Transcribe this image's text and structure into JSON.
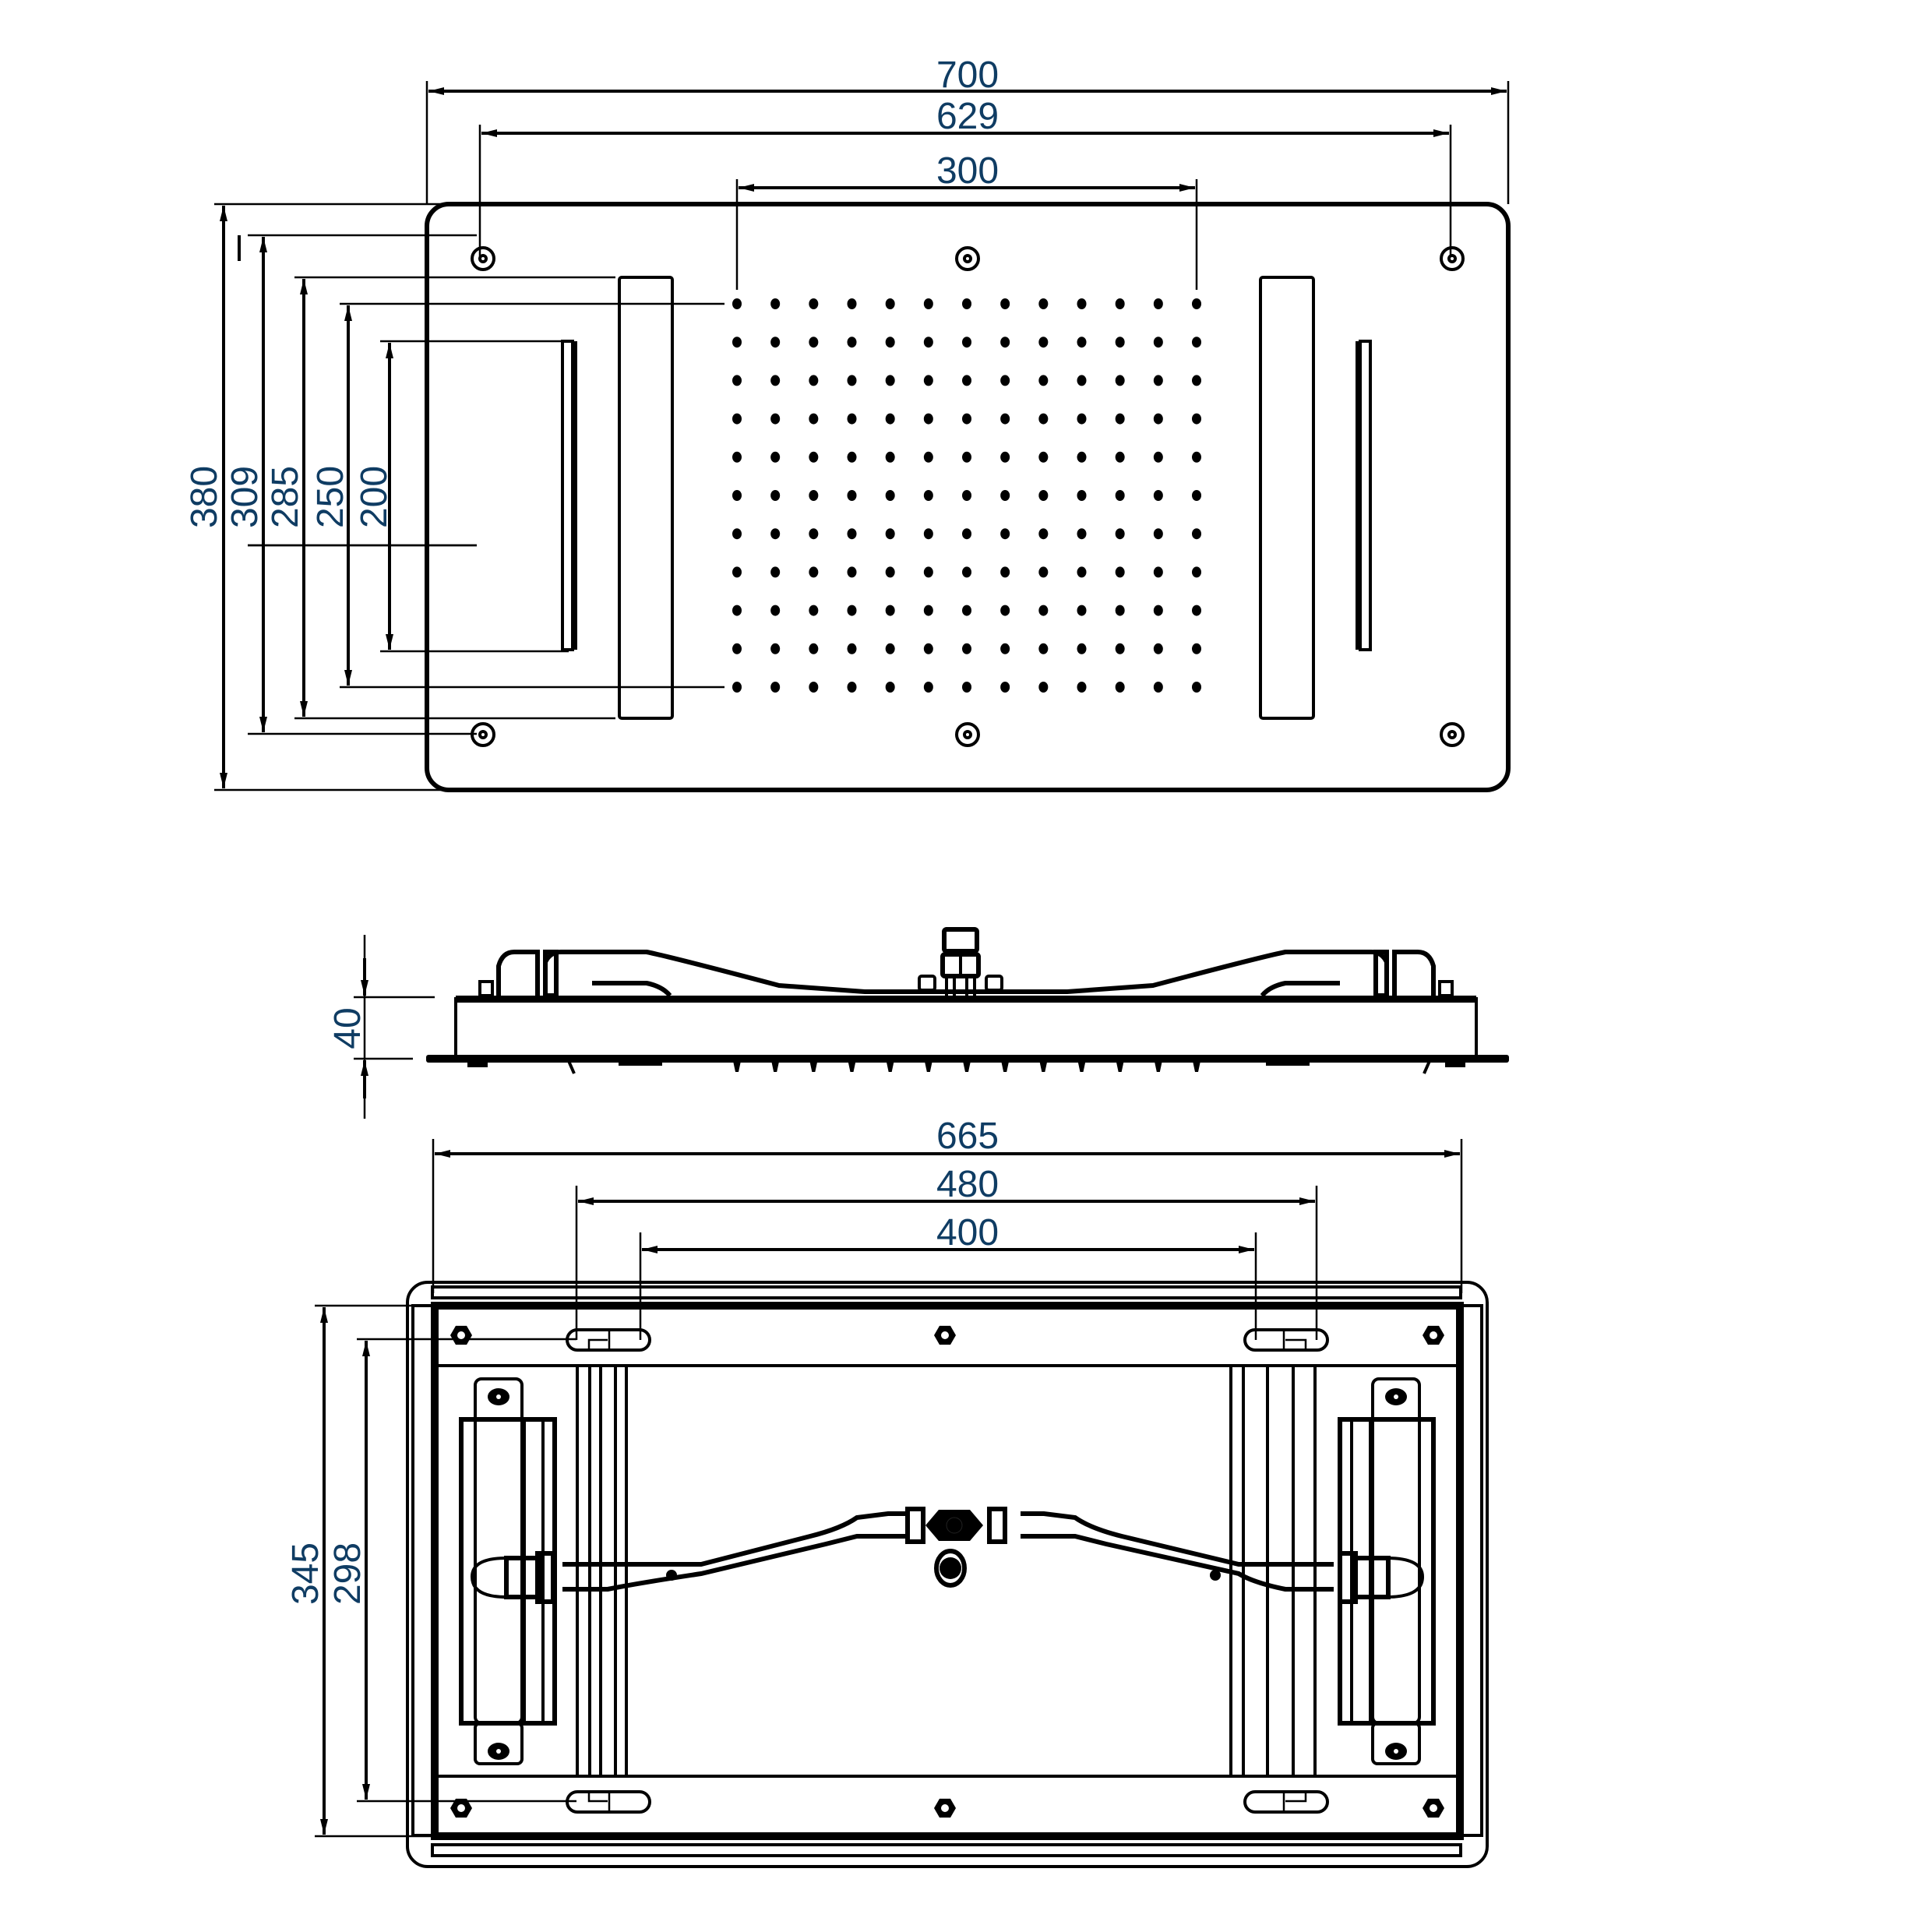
{
  "colors": {
    "dimension_text": "#0f3c63",
    "line": "#000000",
    "background": "#ffffff"
  },
  "top_view": {
    "title": "top-view",
    "dimensions": {
      "overall_width": "700",
      "mount_hole_spacing_width": "629",
      "nozzle_field_width": "300",
      "overall_height": "380",
      "mount_hole_spacing_height": "309",
      "cascade_outer_height": "285",
      "nozzle_field_height": "250",
      "cascade_inner_height": "200"
    },
    "nozzle_grid": {
      "rows": 11,
      "cols": 13
    },
    "mount_holes": 6
  },
  "side_view": {
    "dimensions": {
      "thickness": "40"
    }
  },
  "bottom_view": {
    "dimensions": {
      "frame_width": "665",
      "bracket_outer_spacing": "480",
      "bracket_inner_spacing": "400",
      "frame_height": "345",
      "bracket_vertical_spacing": "298"
    }
  }
}
